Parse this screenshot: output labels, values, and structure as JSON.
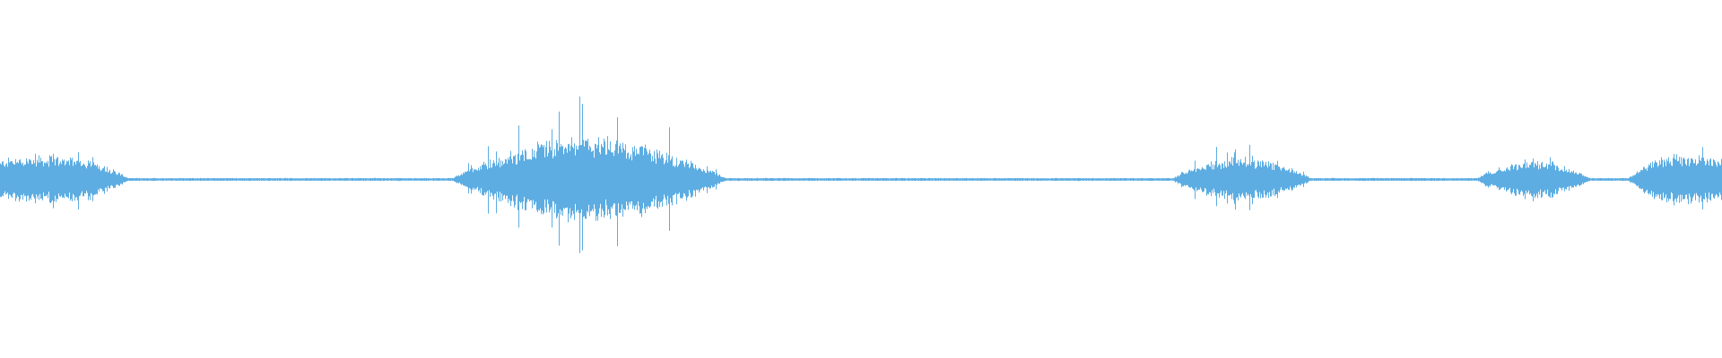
{
  "waveform": {
    "color": "#5dade2",
    "background": "#ffffff",
    "baseline": "center",
    "segments": [
      {
        "start": 0.0,
        "end": 0.075,
        "amplitude": 0.14,
        "peak": 0.19
      },
      {
        "start": 0.262,
        "end": 0.422,
        "amplitude": 0.25,
        "peak": 0.48
      },
      {
        "start": 0.68,
        "end": 0.762,
        "amplitude": 0.13,
        "peak": 0.21
      },
      {
        "start": 0.857,
        "end": 0.924,
        "amplitude": 0.11,
        "peak": 0.15
      },
      {
        "start": 0.945,
        "end": 1.0,
        "amplitude": 0.14,
        "peak": 0.19
      }
    ],
    "silence_amplitude": 0.006
  }
}
